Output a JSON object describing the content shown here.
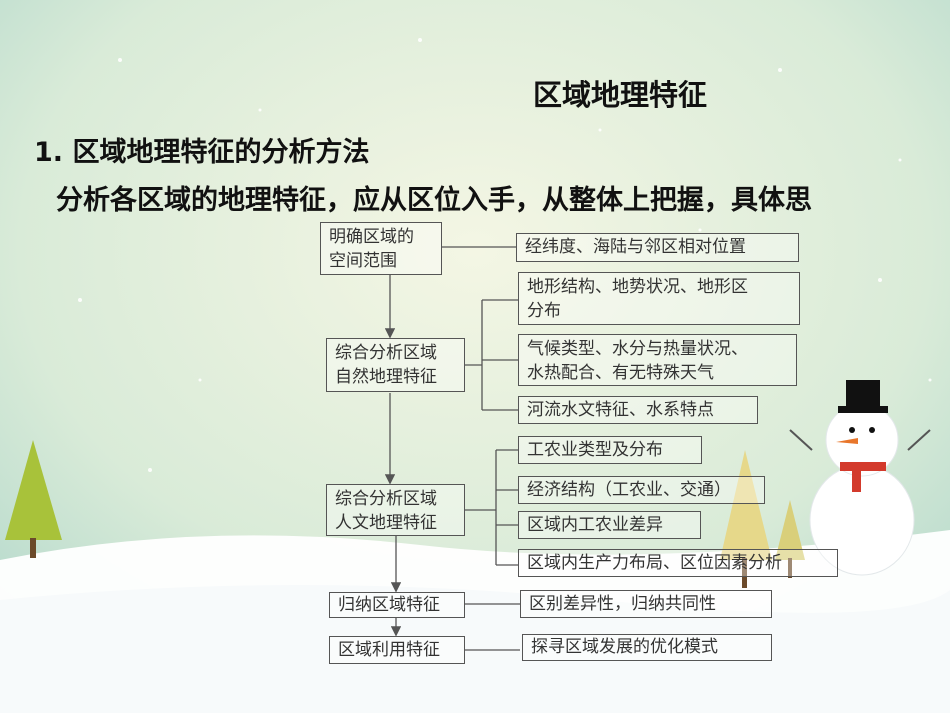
{
  "heading": "区域地理特征",
  "section_title": "1. 区域地理特征的分析方法",
  "intro": "分析各区域的地理特征，应从区位入手，从整体上把握，具体思",
  "diagram": {
    "left": {
      "scope": [
        "明确区域的",
        "空间范围"
      ],
      "natural": [
        "综合分析区域",
        "自然地理特征"
      ],
      "human": [
        "综合分析区域",
        "人文地理特征"
      ],
      "summary": "归纳区域特征",
      "use": "区域利用特征"
    },
    "right": {
      "scope": "经纬度、海陆与邻区相对位置",
      "natural": [
        [
          "地形结构、地势状况、地形区",
          "分布"
        ],
        [
          "气候类型、水分与热量状况、",
          "水热配合、有无特殊天气"
        ],
        [
          "河流水文特征、水系特点"
        ]
      ],
      "human": [
        "工农业类型及分布",
        "经济结构（工农业、交通）",
        "区域内工农业差异",
        "区域内生产力布局、区位因素分析"
      ],
      "summary": "区别差异性，归纳共同性",
      "use": "探寻区域发展的优化模式"
    }
  }
}
